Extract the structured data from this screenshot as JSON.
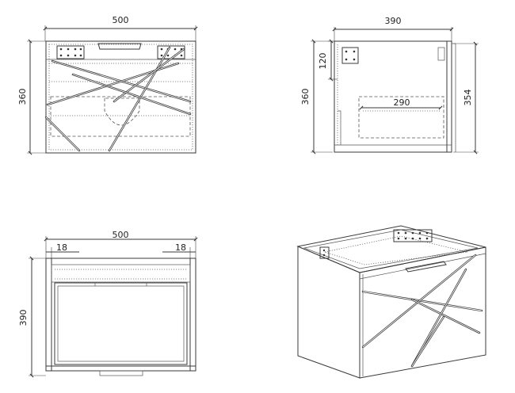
{
  "views": {
    "front": {
      "width_label": "500",
      "height_label": "360"
    },
    "side": {
      "depth_label": "390",
      "height_label": "360",
      "inner_height_label": "354",
      "inner_depth_label": "290",
      "bracket_height_label": "120"
    },
    "top": {
      "width_label": "500",
      "left_wall_label": "18",
      "right_wall_label": "18",
      "depth_label": "390"
    },
    "iso": {}
  }
}
